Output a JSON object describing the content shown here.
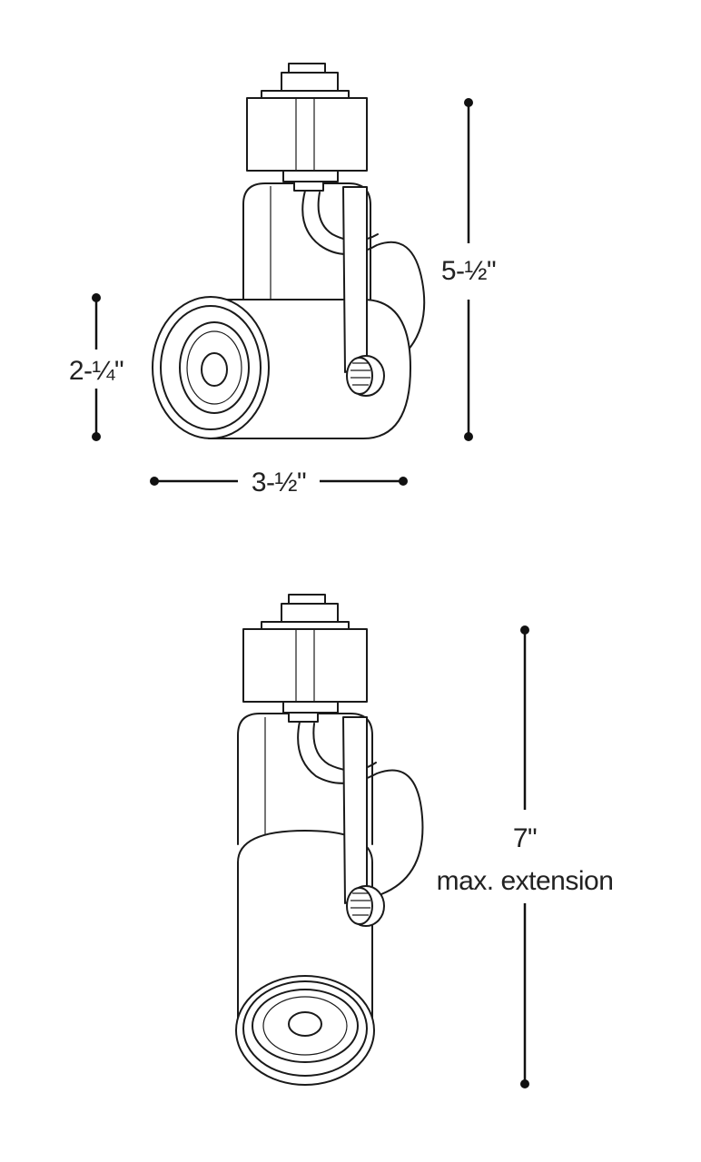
{
  "top_view": {
    "height_label": "5-½\"",
    "head_height_label": "2-¼\"",
    "width_label": "3-½\""
  },
  "bottom_view": {
    "extension_label": "7\"",
    "extension_note": "max. extension"
  },
  "colors": {
    "line": "#1a1a1a",
    "background": "#ffffff"
  }
}
